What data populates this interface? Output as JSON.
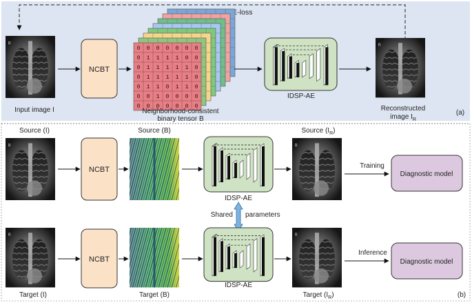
{
  "panel_a": {
    "loss_label": "MSE-loss",
    "input_label": "Input image I",
    "ncbt_label": "NCBT",
    "tensor_label_line1": "Neighborhood-consistent",
    "tensor_label_line2": "binary tensor B",
    "ae_label": "IDSP-AE",
    "recon_label_line1": "Reconstructed",
    "recon_label_line2": "image I",
    "recon_subscript": "R",
    "panel_tag": "(a)",
    "binary_matrix": [
      [
        "0",
        "0",
        "0",
        "0",
        "0",
        "0",
        "0"
      ],
      [
        "0",
        "1",
        "1",
        "1",
        "1",
        "0",
        "0"
      ],
      [
        "0",
        "1",
        "1",
        "1",
        "1",
        "1",
        "0"
      ],
      [
        "0",
        "1",
        "1",
        "1",
        "1",
        "1",
        "0"
      ],
      [
        "0",
        "1",
        "1",
        "0",
        "1",
        "1",
        "0"
      ],
      [
        "0",
        "0",
        "1",
        "0",
        "0",
        "0",
        "0"
      ],
      [
        "0",
        "0",
        "0",
        "0",
        "0",
        "0",
        "0"
      ]
    ],
    "layer_colors": [
      "#e77f87",
      "#92c47d",
      "#f6d58b",
      "#7fc97f",
      "#a9c8ef",
      "#6fbf8a",
      "#f0a3a3",
      "#7aa6d8"
    ]
  },
  "panel_b": {
    "source_i_label": "Source (I)",
    "source_b_label": "Source (B)",
    "source_ir_label": "Source (I",
    "target_i_label": "Target (I)",
    "target_b_label": "Target (B)",
    "target_ir_label": "Target (I",
    "ir_subscript": "R",
    "ir_close": ")",
    "ncbt_label": "NCBT",
    "ae_label": "IDSP-AE",
    "shared_word1": "Shared",
    "shared_word2": "parameters",
    "training_label": "Training",
    "inference_label": "Inference",
    "diagnostic_label": "Diagnostic model",
    "panel_tag": "(b)"
  },
  "colors": {
    "panel_a_bg": "#dde5f2",
    "ncbt_fill": "#fbe1c6",
    "ae_fill": "#cfe3c4",
    "diag_fill": "#dcc9df",
    "arrow_shared": "#7eb3df"
  }
}
